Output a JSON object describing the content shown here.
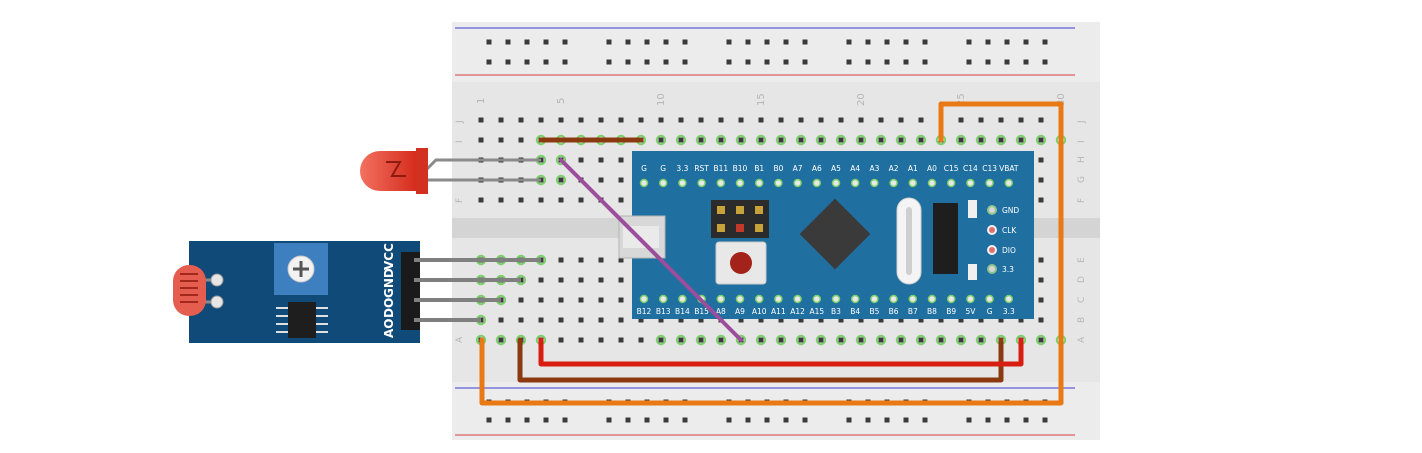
{
  "breadboard": {
    "column_numbers": [
      "1",
      "5",
      "10",
      "15",
      "20",
      "25",
      "30"
    ],
    "row_letters_top": [
      "J",
      "I",
      "H",
      "G",
      "F"
    ],
    "row_letters_bottom": [
      "E",
      "D",
      "C",
      "B",
      "A"
    ]
  },
  "mcu_board": {
    "top_pins": [
      "G",
      "G",
      "3.3",
      "RST",
      "B11",
      "B10",
      "B1",
      "B0",
      "A7",
      "A6",
      "A5",
      "A4",
      "A3",
      "A2",
      "A1",
      "A0",
      "C15",
      "C14",
      "C13",
      "VBAT"
    ],
    "bottom_pins": [
      "B12",
      "B13",
      "B14",
      "B15",
      "A8",
      "A9",
      "A10",
      "A11",
      "A12",
      "A15",
      "B3",
      "B4",
      "B5",
      "B6",
      "B7",
      "B8",
      "B9",
      "5V",
      "G",
      "3.3"
    ],
    "debug_pins": [
      "GND",
      "CLK",
      "DIO",
      "3.3"
    ],
    "color": "#1f6fa0"
  },
  "sensor_module": {
    "pin_labels": [
      "AO",
      "DO",
      "GND",
      "VCC"
    ],
    "color": "#0f4a78"
  },
  "led": {
    "color": "#e8392c"
  },
  "wires": {
    "orange": "#e87914",
    "red": "#d81e10",
    "brown": "#8b3a10",
    "purple": "#9b4e9b",
    "gray": "#7f7f7f"
  }
}
